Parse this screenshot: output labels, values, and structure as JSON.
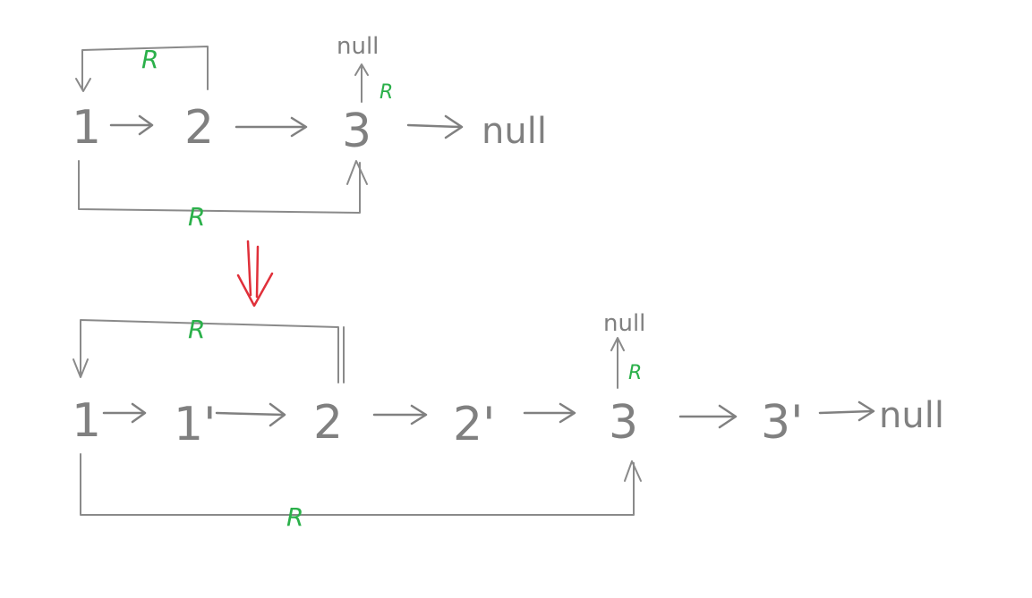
{
  "colors": {
    "node": "#808080",
    "random_pointer": "#2bb04a",
    "transform_arrow": "#e0303a"
  },
  "before": {
    "nodes": [
      "1",
      "2",
      "3"
    ],
    "null_tail": "null",
    "null_up": "null",
    "random_labels": [
      "R",
      "R",
      "R"
    ]
  },
  "after": {
    "nodes": [
      "1",
      "1'",
      "2",
      "2'",
      "3",
      "3'"
    ],
    "null_tail": "null",
    "null_up": "null",
    "random_labels": [
      "R",
      "R",
      "R"
    ]
  }
}
